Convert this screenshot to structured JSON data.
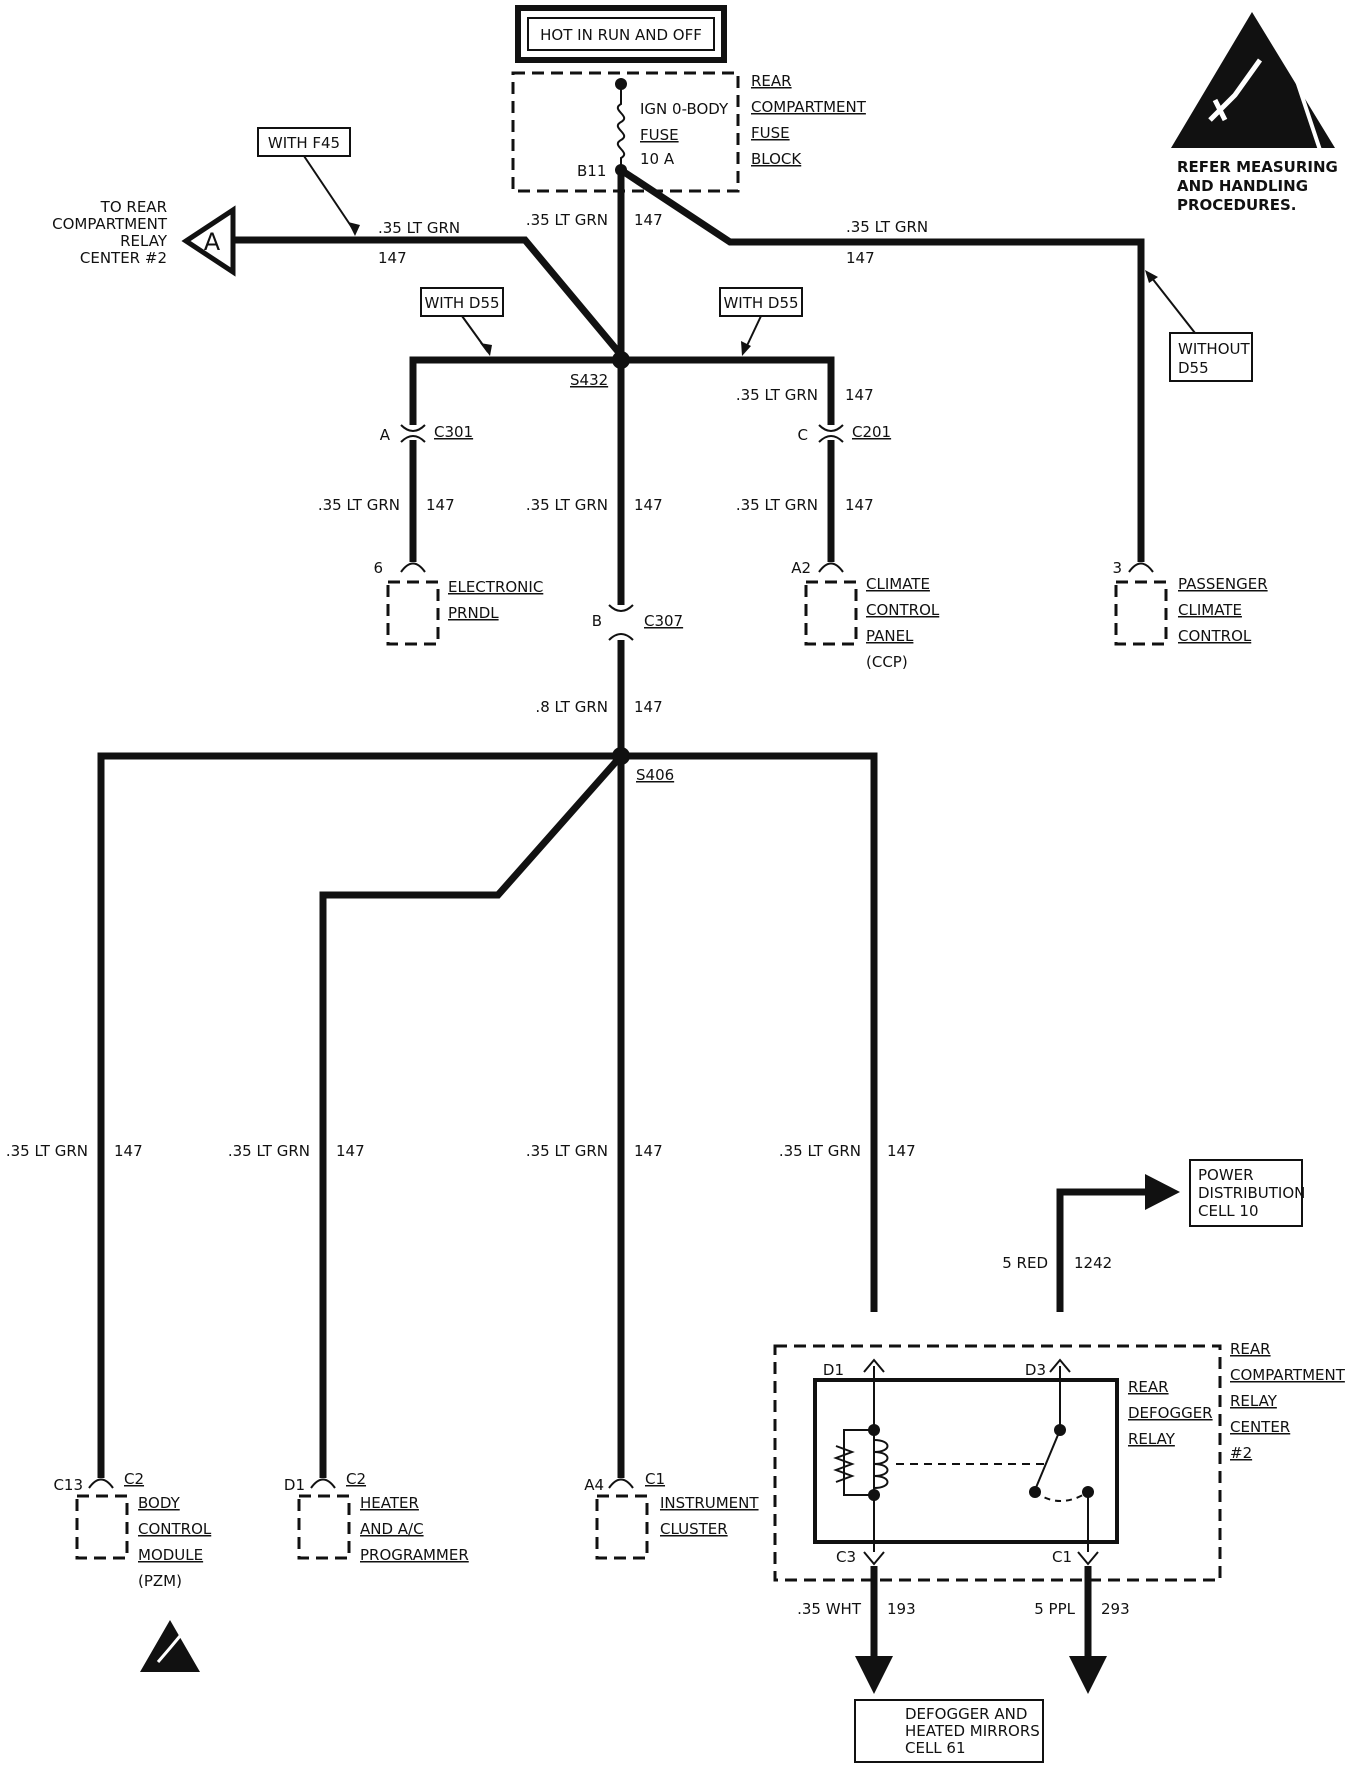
{
  "title_box": "HOT IN RUN AND OFF",
  "fuse_block": {
    "fuse_lines": [
      "IGN 0-BODY",
      "FUSE",
      "10 A"
    ],
    "block_lines": [
      "REAR",
      "COMPARTMENT",
      "FUSE",
      "BLOCK"
    ],
    "terminal": "B11"
  },
  "esd_note": [
    "REFER MEASURING",
    "AND HANDLING",
    "PROCEDURES."
  ],
  "tags": {
    "with_f45": "WITH F45",
    "with_d55_left": "WITH D55",
    "with_d55_right": "WITH D55",
    "without_d55": [
      "WITHOUT",
      "D55"
    ]
  },
  "offpage_a": {
    "letter": "A",
    "lines": [
      "TO REAR",
      "COMPARTMENT",
      "RELAY",
      "CENTER #2"
    ]
  },
  "splices": {
    "s432": "S432",
    "s406": "S406"
  },
  "wire_labels": {
    "to_a_gauge": ".35 LT GRN",
    "to_a_circuit": "147",
    "main_top_gauge": ".35 LT GRN",
    "main_top_circuit": "147",
    "right_top_gauge": ".35 LT GRN",
    "right_top_circuit": "147",
    "c201_upper_gauge": ".35 LT GRN",
    "c201_upper_circuit": "147",
    "c301_lower_gauge": ".35 LT GRN",
    "c301_lower_circuit": "147",
    "main_mid_gauge": ".35 LT GRN",
    "main_mid_circuit": "147",
    "c201_lower_gauge": ".35 LT GRN",
    "c201_lower_circuit": "147",
    "main_low_gauge": ".8 LT GRN",
    "main_low_circuit": "147",
    "bcm_gauge": ".35 LT GRN",
    "bcm_circuit": "147",
    "heater_gauge": ".35 LT GRN",
    "heater_circuit": "147",
    "ic_gauge": ".35 LT GRN",
    "ic_circuit": "147",
    "relay_gauge": ".35 LT GRN",
    "relay_circuit": "147",
    "red_gauge": "5 RED",
    "red_circuit": "1242",
    "wht_gauge": ".35 WHT",
    "wht_circuit": "193",
    "ppl_gauge": "5 PPL",
    "ppl_circuit": "293"
  },
  "connectors": {
    "c301": {
      "name": "C301",
      "pin": "A"
    },
    "c201": {
      "name": "C201",
      "pin": "C"
    },
    "c307": {
      "name": "C307",
      "pin": "B"
    }
  },
  "components": {
    "prndl": {
      "pin": "6",
      "lines": [
        "ELECTRONIC",
        "PRNDL"
      ]
    },
    "ccp": {
      "pin": "A2",
      "lines": [
        "CLIMATE",
        "CONTROL",
        "PANEL"
      ],
      "note": "(CCP)"
    },
    "pcc": {
      "pin": "3",
      "lines": [
        "PASSENGER",
        "CLIMATE",
        "CONTROL"
      ]
    },
    "bcm": {
      "pin": "C13",
      "conn": "C2",
      "lines": [
        "BODY",
        "CONTROL",
        "MODULE"
      ],
      "note": "(PZM)"
    },
    "heater": {
      "pin": "D1",
      "conn": "C2",
      "lines": [
        "HEATER",
        "AND A/C",
        "PROGRAMMER"
      ]
    },
    "ic": {
      "pin": "A4",
      "conn": "C1",
      "lines": [
        "INSTRUMENT",
        "CLUSTER"
      ]
    }
  },
  "relay": {
    "relay_lines": [
      "REAR",
      "DEFOGGER",
      "RELAY"
    ],
    "center_lines": [
      "REAR",
      "COMPARTMENT",
      "RELAY",
      "CENTER",
      "#2"
    ],
    "pins": {
      "d1": "D1",
      "d3": "D3",
      "c3": "C3",
      "c1": "C1"
    }
  },
  "power_box": [
    "POWER",
    "DISTRIBUTION",
    "CELL 10"
  ],
  "defogger_box": [
    "DEFOGGER AND",
    "HEATED MIRRORS",
    "CELL 61"
  ]
}
